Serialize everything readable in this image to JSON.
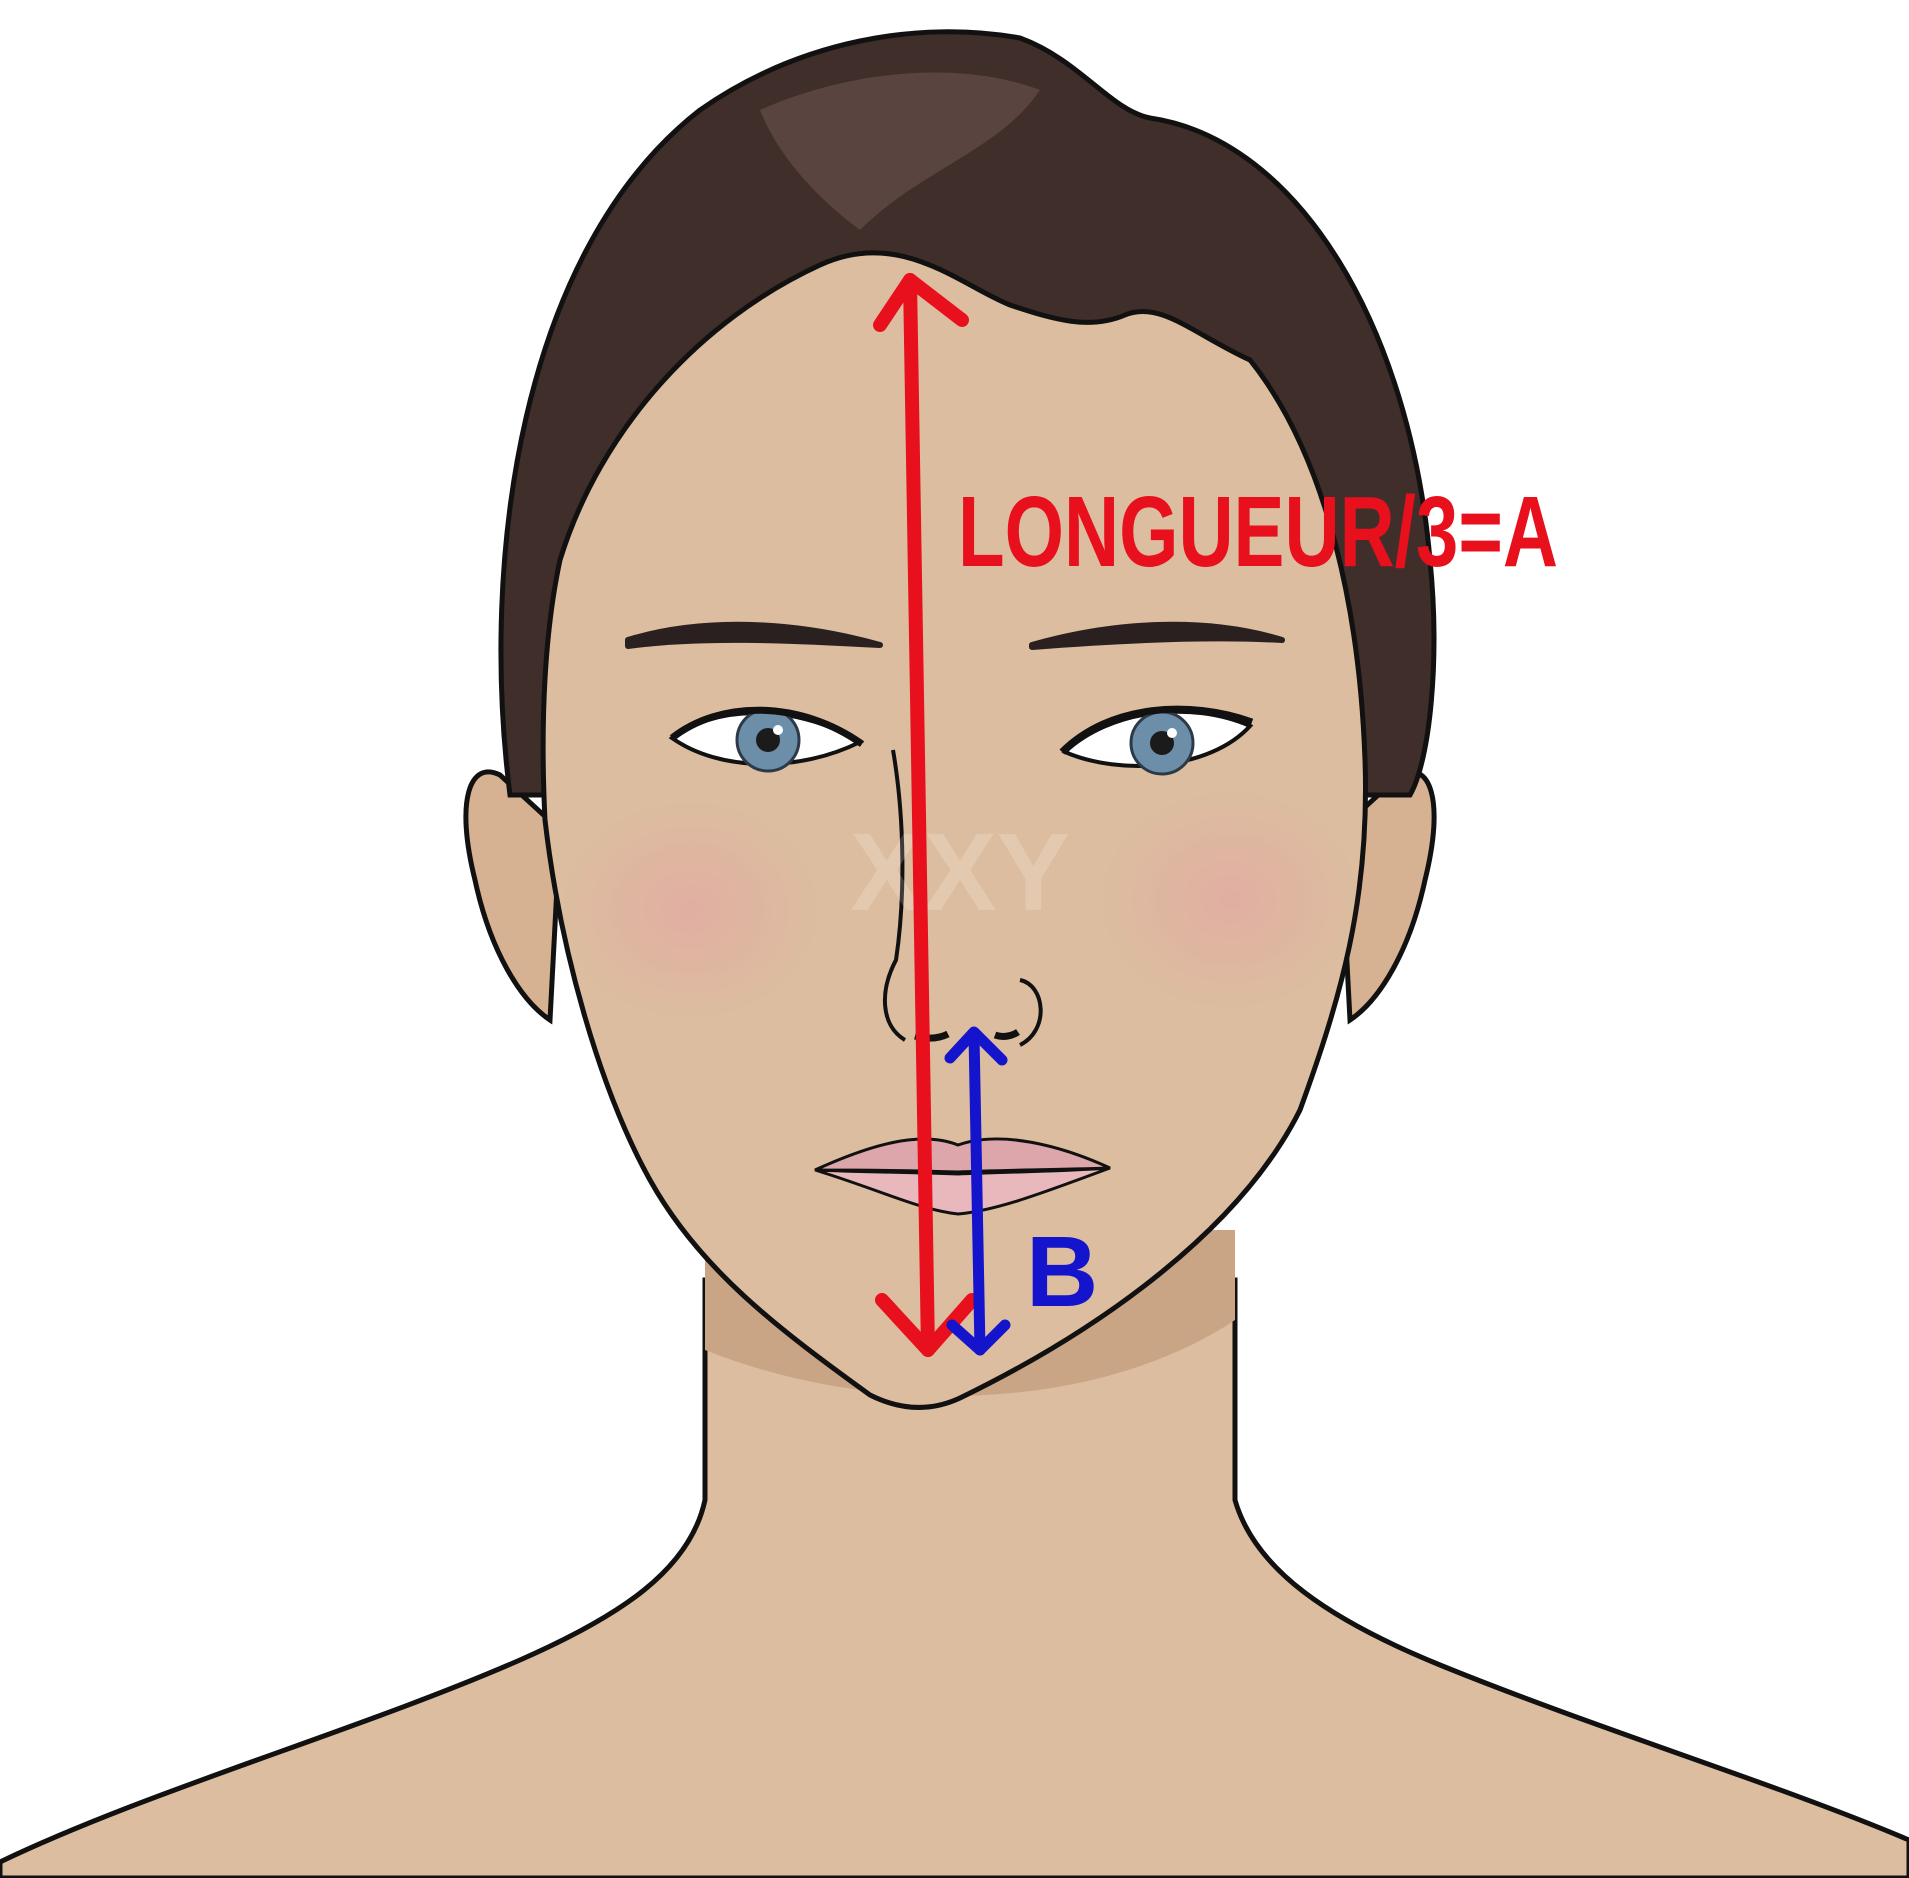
{
  "labels": {
    "length_label": "LONGUEUR/3=A",
    "short_label": "B",
    "watermark": "XXY"
  },
  "colors": {
    "skin": "#dcbd9f",
    "skin_shadow": "#c9a585",
    "cheek": "#e3afa6",
    "hair": "#3f2e29",
    "hair_light": "#5a4440",
    "outline": "#111111",
    "lips": "#e7b3b8",
    "iris": "#6d8ea8",
    "arrow_a": "#e8101c",
    "arrow_b": "#1414cc",
    "background": "#ffffff"
  },
  "icons": {
    "arrow_a": "double-headed-arrow",
    "arrow_b": "double-headed-arrow"
  }
}
